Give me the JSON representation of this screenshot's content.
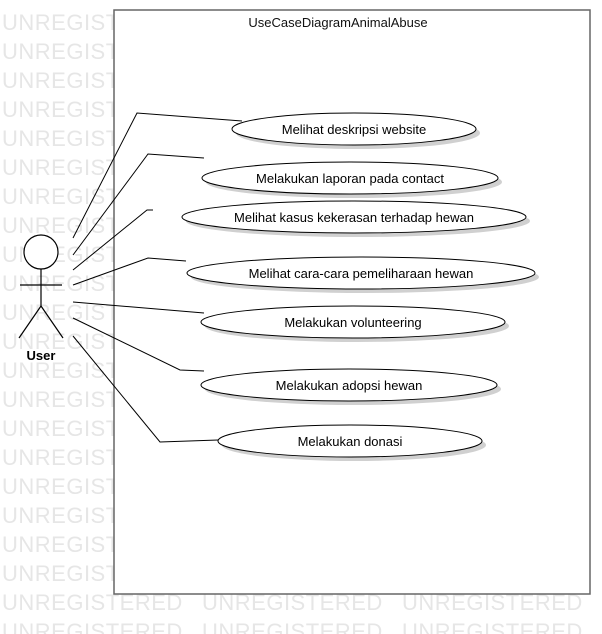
{
  "diagram": {
    "system_boundary": {
      "title": "UseCaseDiagramAnimalAbuse"
    },
    "actor": {
      "label": "User"
    },
    "use_cases": [
      {
        "label": "Melihat deskripsi website"
      },
      {
        "label": "Melakukan laporan pada contact"
      },
      {
        "label": "Melihat kasus kekerasan terhadap hewan"
      },
      {
        "label": "Melihat cara-cara pemeliharaan hewan"
      },
      {
        "label": "Melakukan volunteering"
      },
      {
        "label": "Melakukan adopsi hewan"
      },
      {
        "label": "Melakukan donasi"
      }
    ]
  },
  "watermark": {
    "text": "UNREGISTERED"
  },
  "colors": {
    "frame_stroke": "#666666",
    "watermark": "#e6e6e6",
    "shadow": "#d0d0d0"
  }
}
